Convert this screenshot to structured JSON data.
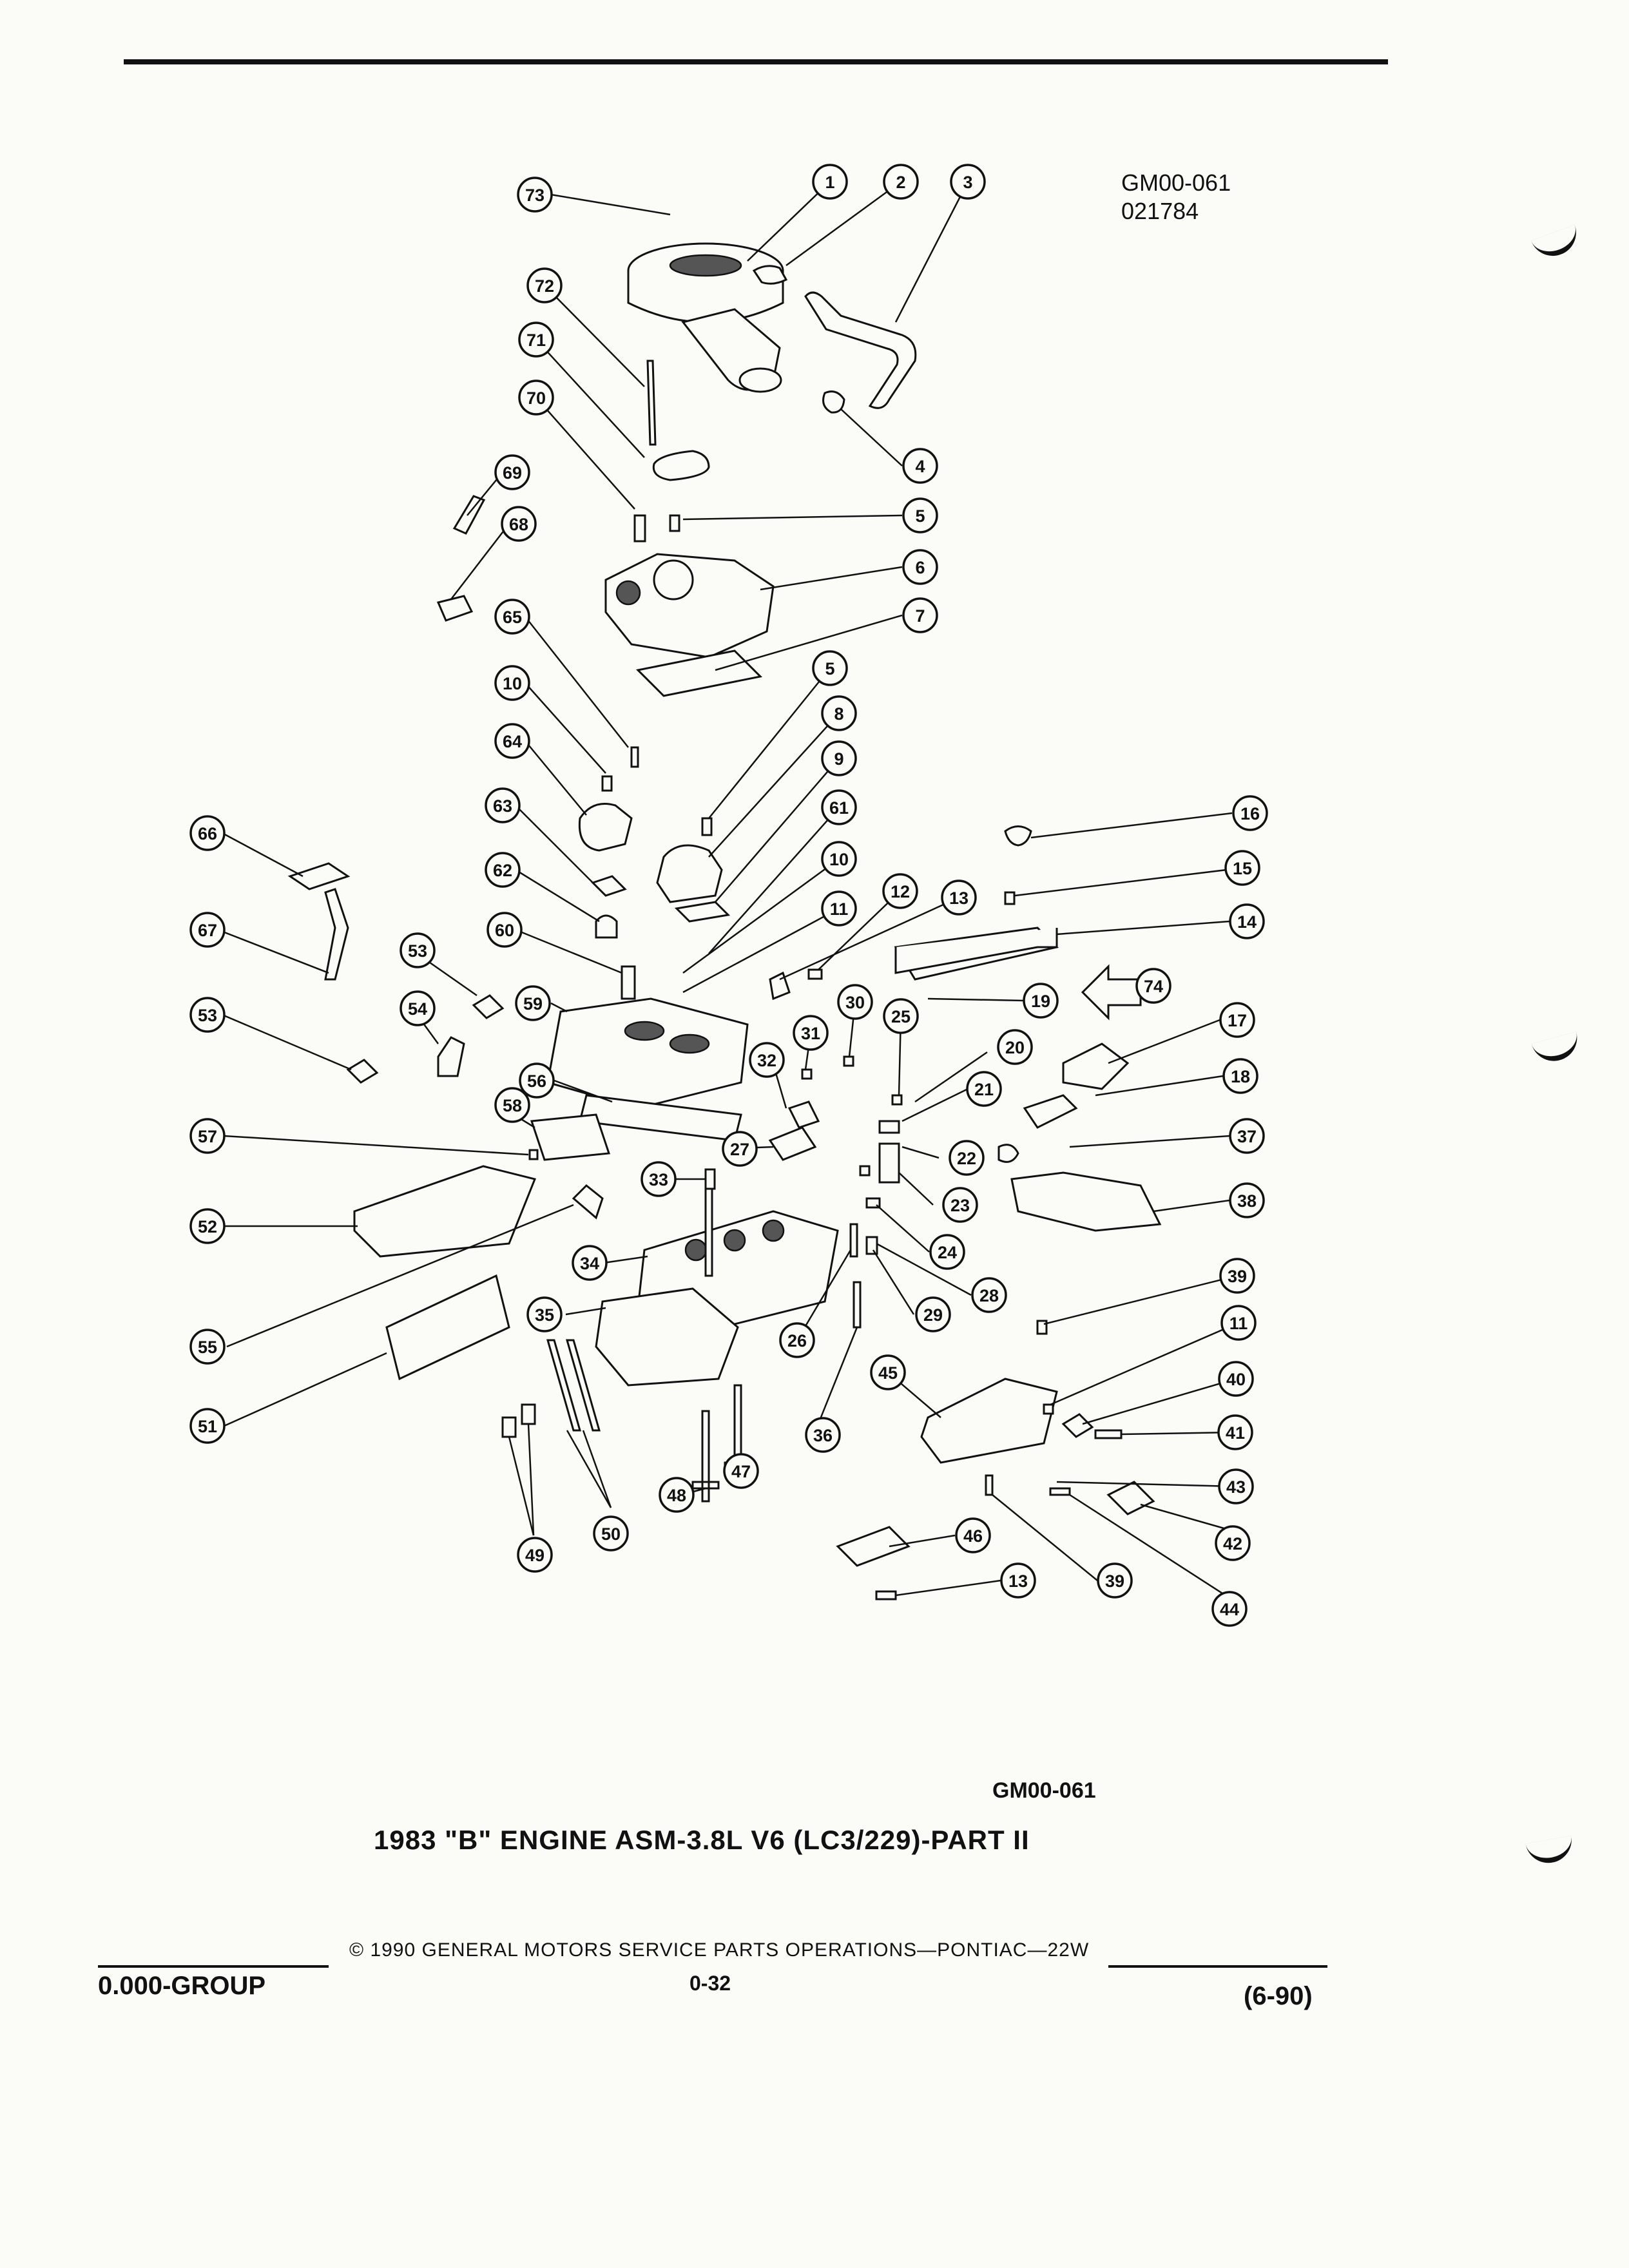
{
  "header": {
    "ref_code_line1": "GM00-061",
    "ref_code_line2": "021784"
  },
  "callouts": [
    {
      "num": "1"
    },
    {
      "num": "2"
    },
    {
      "num": "3"
    },
    {
      "num": "73"
    },
    {
      "num": "72"
    },
    {
      "num": "71"
    },
    {
      "num": "70"
    },
    {
      "num": "4"
    },
    {
      "num": "69"
    },
    {
      "num": "68"
    },
    {
      "num": "5"
    },
    {
      "num": "6"
    },
    {
      "num": "65"
    },
    {
      "num": "7"
    },
    {
      "num": "5"
    },
    {
      "num": "10"
    },
    {
      "num": "8"
    },
    {
      "num": "64"
    },
    {
      "num": "9"
    },
    {
      "num": "63"
    },
    {
      "num": "61"
    },
    {
      "num": "66"
    },
    {
      "num": "16"
    },
    {
      "num": "10"
    },
    {
      "num": "62"
    },
    {
      "num": "15"
    },
    {
      "num": "12"
    },
    {
      "num": "13"
    },
    {
      "num": "11"
    },
    {
      "num": "60"
    },
    {
      "num": "14"
    },
    {
      "num": "67"
    },
    {
      "num": "53"
    },
    {
      "num": "74"
    },
    {
      "num": "54"
    },
    {
      "num": "59"
    },
    {
      "num": "30"
    },
    {
      "num": "19"
    },
    {
      "num": "53"
    },
    {
      "num": "25"
    },
    {
      "num": "17"
    },
    {
      "num": "31"
    },
    {
      "num": "20"
    },
    {
      "num": "56"
    },
    {
      "num": "32"
    },
    {
      "num": "18"
    },
    {
      "num": "21"
    },
    {
      "num": "58"
    },
    {
      "num": "57"
    },
    {
      "num": "27"
    },
    {
      "num": "22"
    },
    {
      "num": "37"
    },
    {
      "num": "33"
    },
    {
      "num": "23"
    },
    {
      "num": "38"
    },
    {
      "num": "52"
    },
    {
      "num": "24"
    },
    {
      "num": "34"
    },
    {
      "num": "28"
    },
    {
      "num": "39"
    },
    {
      "num": "35"
    },
    {
      "num": "29"
    },
    {
      "num": "11"
    },
    {
      "num": "55"
    },
    {
      "num": "26"
    },
    {
      "num": "45"
    },
    {
      "num": "40"
    },
    {
      "num": "51"
    },
    {
      "num": "41"
    },
    {
      "num": "36"
    },
    {
      "num": "47"
    },
    {
      "num": "43"
    },
    {
      "num": "48"
    },
    {
      "num": "50"
    },
    {
      "num": "42"
    },
    {
      "num": "49"
    },
    {
      "num": "46"
    },
    {
      "num": "13"
    },
    {
      "num": "39"
    },
    {
      "num": "44"
    }
  ],
  "caption": {
    "code": "GM00-061",
    "title": "1983 \"B\" ENGINE ASM-3.8L V6 (LC3/229)-PART II"
  },
  "footer": {
    "copyright": "© 1990 GENERAL MOTORS SERVICE PARTS OPERATIONS—PONTIAC—22W",
    "group": "0.000-GROUP",
    "page": "0-32",
    "date": "(6-90)"
  }
}
